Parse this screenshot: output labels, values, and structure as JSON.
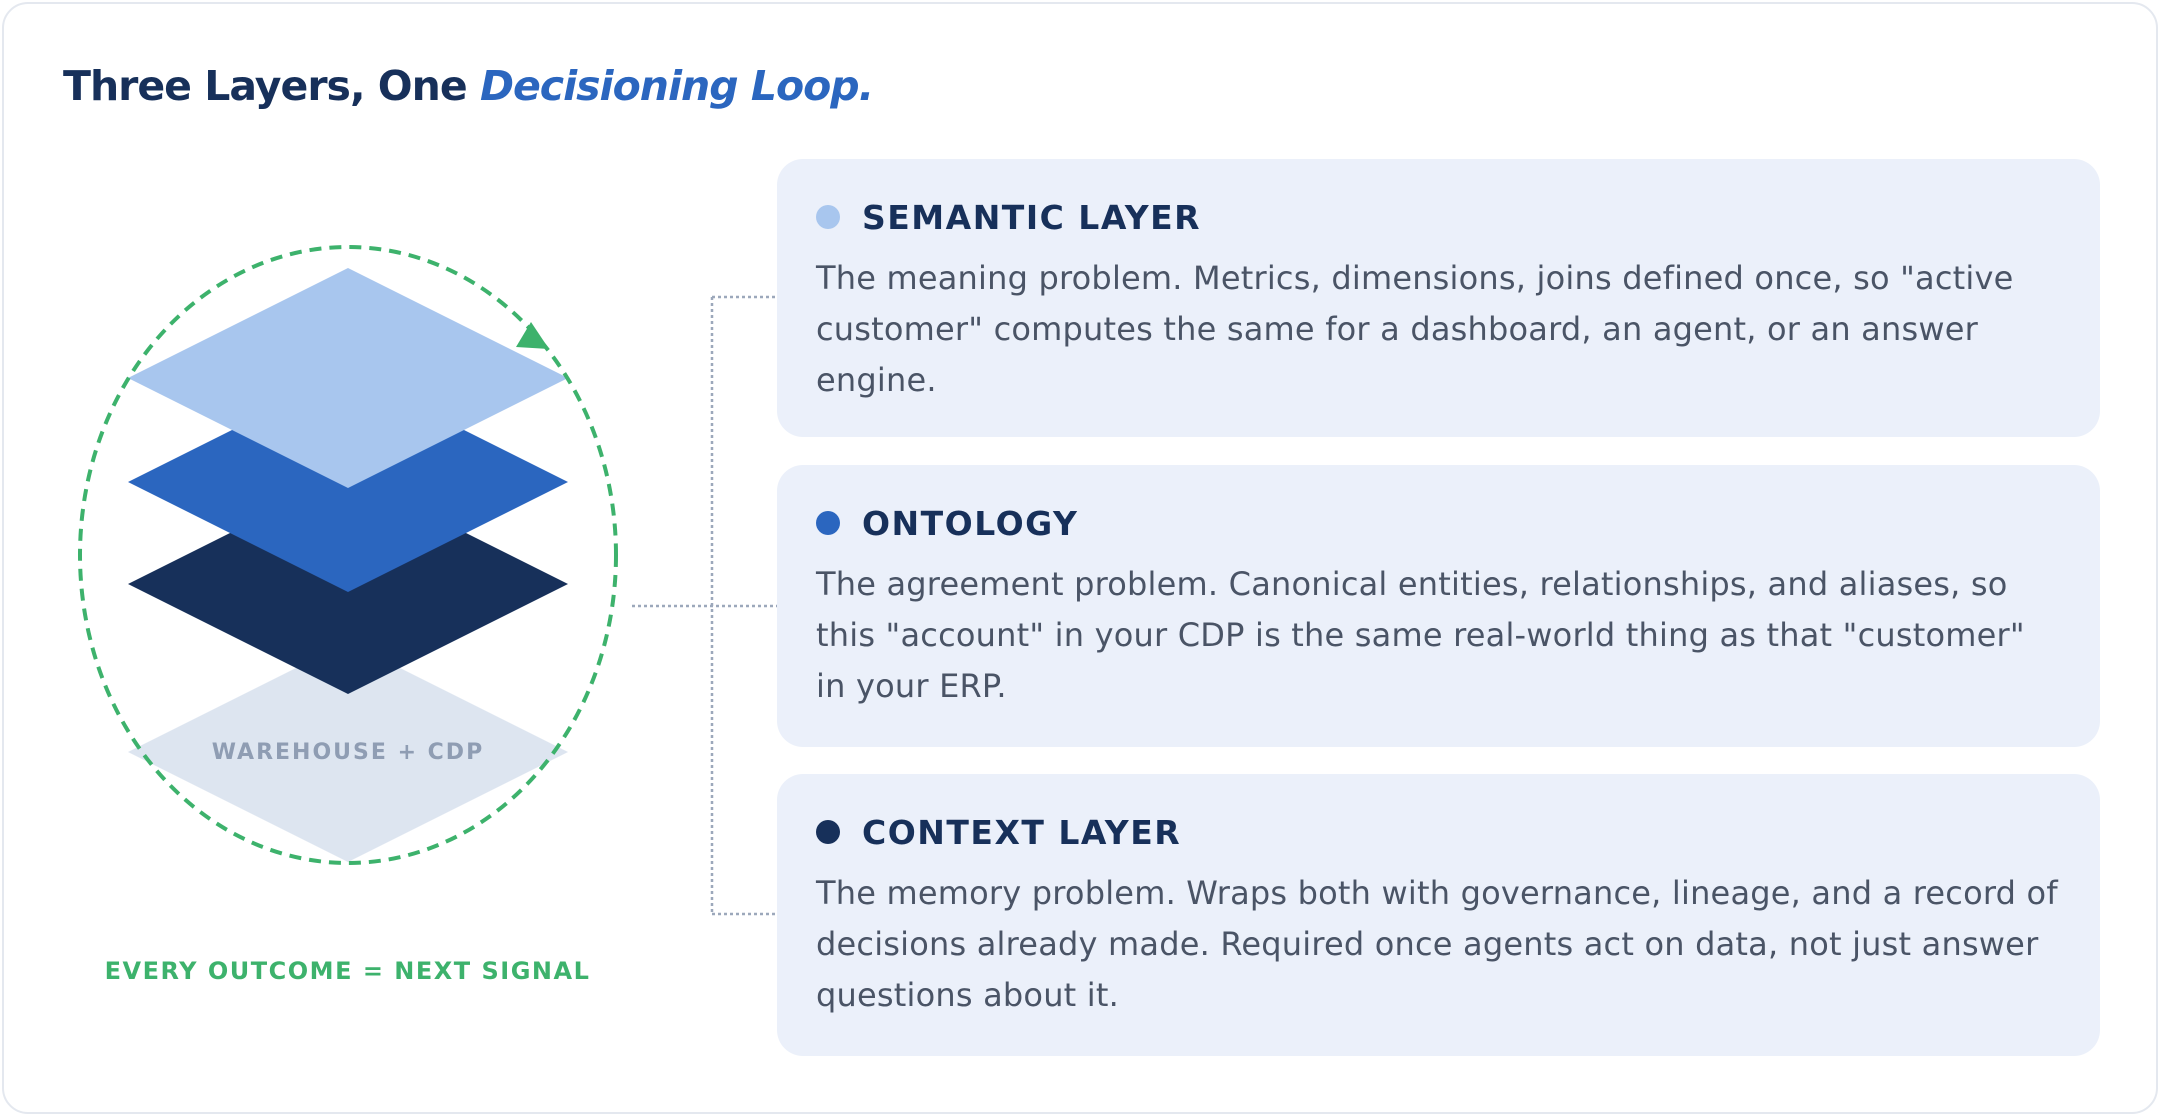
{
  "title": {
    "prefix": "Three Layers, One ",
    "accent": "Decisioning Loop."
  },
  "diagram": {
    "base_label": "WAREHOUSE + CDP",
    "loop_label": "EVERY OUTCOME = NEXT SIGNAL",
    "colors": {
      "semantic": "#a8c6ee",
      "ontology": "#2b66bf",
      "context": "#17305a",
      "base": "#dde5f0",
      "loop": "#3db26c",
      "connector": "#9ca8bb"
    }
  },
  "cards": [
    {
      "title": "SEMANTIC LAYER",
      "dot_color": "#a8c6ee",
      "text": "The meaning problem. Metrics, dimensions, joins defined once, so \"active customer\" computes the same for a dashboard, an agent, or an answer engine."
    },
    {
      "title": "ONTOLOGY",
      "dot_color": "#2b66bf",
      "text": "The agreement problem. Canonical entities, relationships, and aliases, so this \"account\" in your CDP is the same real-world thing as that \"customer\" in your ERP."
    },
    {
      "title": "CONTEXT LAYER",
      "dot_color": "#17305a",
      "text": "The memory problem. Wraps both with governance, lineage, and a record of decisions already made. Required once agents act on data, not just answer questions about it."
    }
  ]
}
